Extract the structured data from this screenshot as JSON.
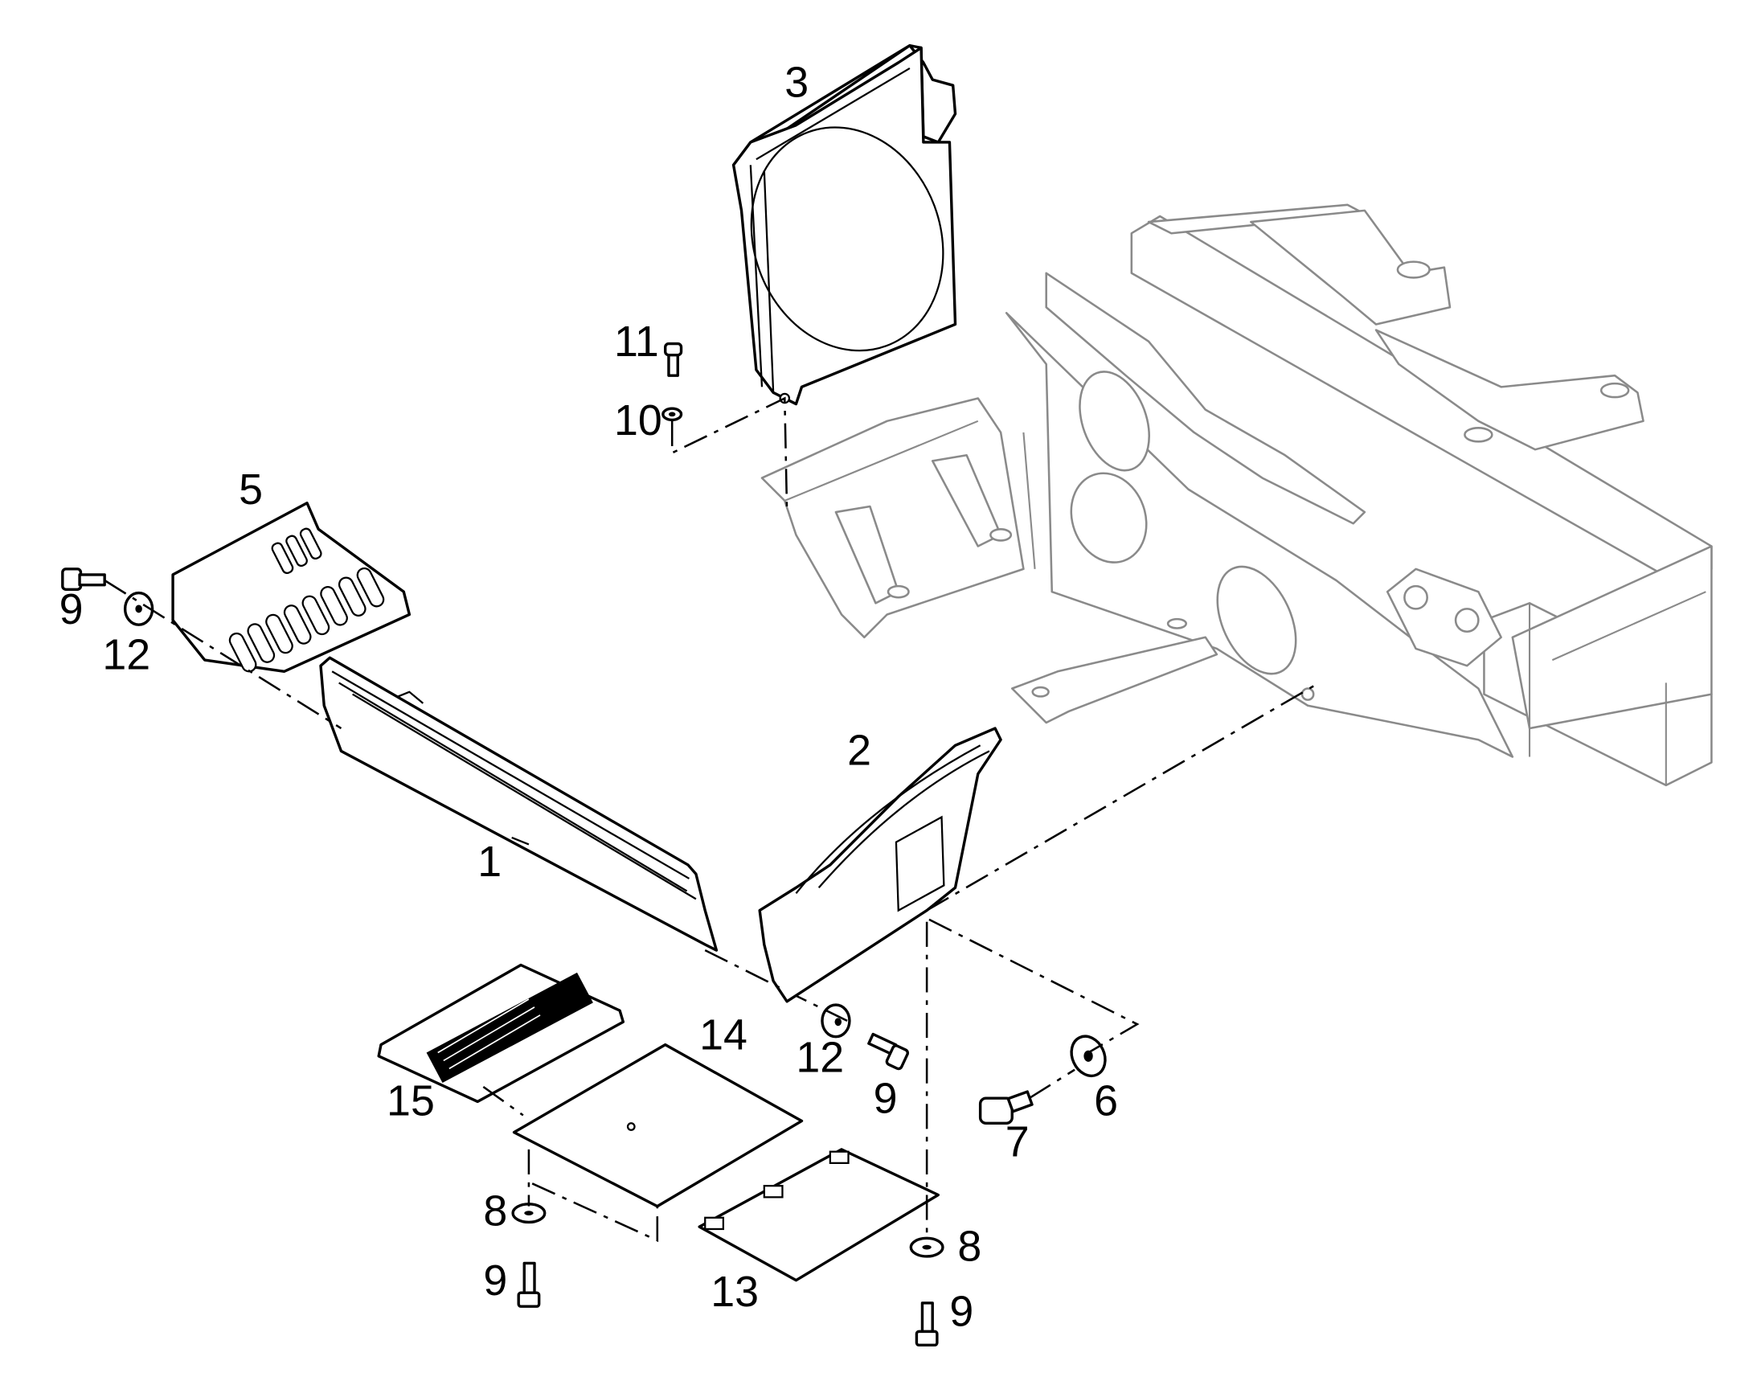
{
  "callouts": {
    "c1": "1",
    "c2": "2",
    "c3": "3",
    "c5": "5",
    "c6": "6",
    "c7": "7",
    "c8a": "8",
    "c8b": "8",
    "c9a": "9",
    "c9b": "9",
    "c9c": "9",
    "c9d": "9",
    "c10": "10",
    "c11": "11",
    "c12a": "12",
    "c12b": "12",
    "c13": "13",
    "c14": "14",
    "c15": "15"
  }
}
